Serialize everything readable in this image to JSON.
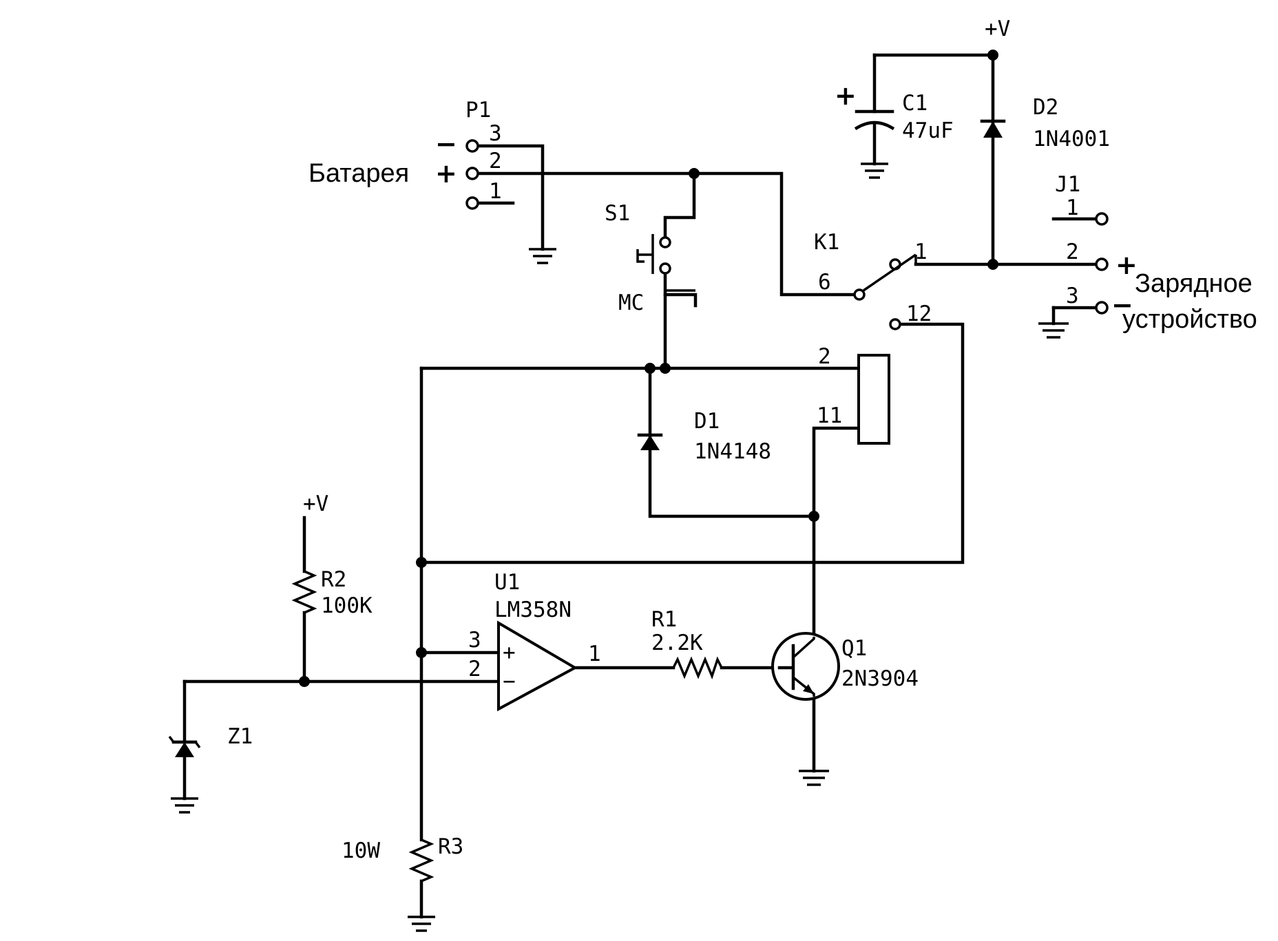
{
  "labels": {
    "p1": "P1",
    "p1_pin3": "3",
    "p1_pin2": "2",
    "p1_pin1": "1",
    "minus_sign": "−",
    "plus_sign": "+",
    "battery": "Батарея",
    "s1": "S1",
    "mc": "MC",
    "c1_plus": "+",
    "c1": "C1",
    "c1_value": "47uF",
    "vplus_top": "+V",
    "d2": "D2",
    "d2_value": "1N4001",
    "j1": "J1",
    "j1_pin1": "1",
    "j1_pin2": "2",
    "j1_pin3": "3",
    "charger_plus": "+",
    "charger_minus": "−",
    "charger_line1": "Зарядное",
    "charger_line2": "устройство",
    "k1": "K1",
    "k1_pin1": "1",
    "k1_pin6": "6",
    "k1_pin12": "12",
    "k1_pin2": "2",
    "k1_pin11": "11",
    "d1": "D1",
    "d1_value": "1N4148",
    "vplus_left": "+V",
    "r2": "R2",
    "r2_value": "100K",
    "u1": "U1",
    "u1_value": "LM358N",
    "u1_pin3": "3",
    "u1_pin2": "2",
    "u1_pin1": "1",
    "op_plus": "+",
    "op_minus": "−",
    "r1": "R1",
    "r1_value": "2.2K",
    "q1": "Q1",
    "q1_value": "2N3904",
    "z1": "Z1",
    "r3_power": "10W",
    "r3": "R3"
  }
}
